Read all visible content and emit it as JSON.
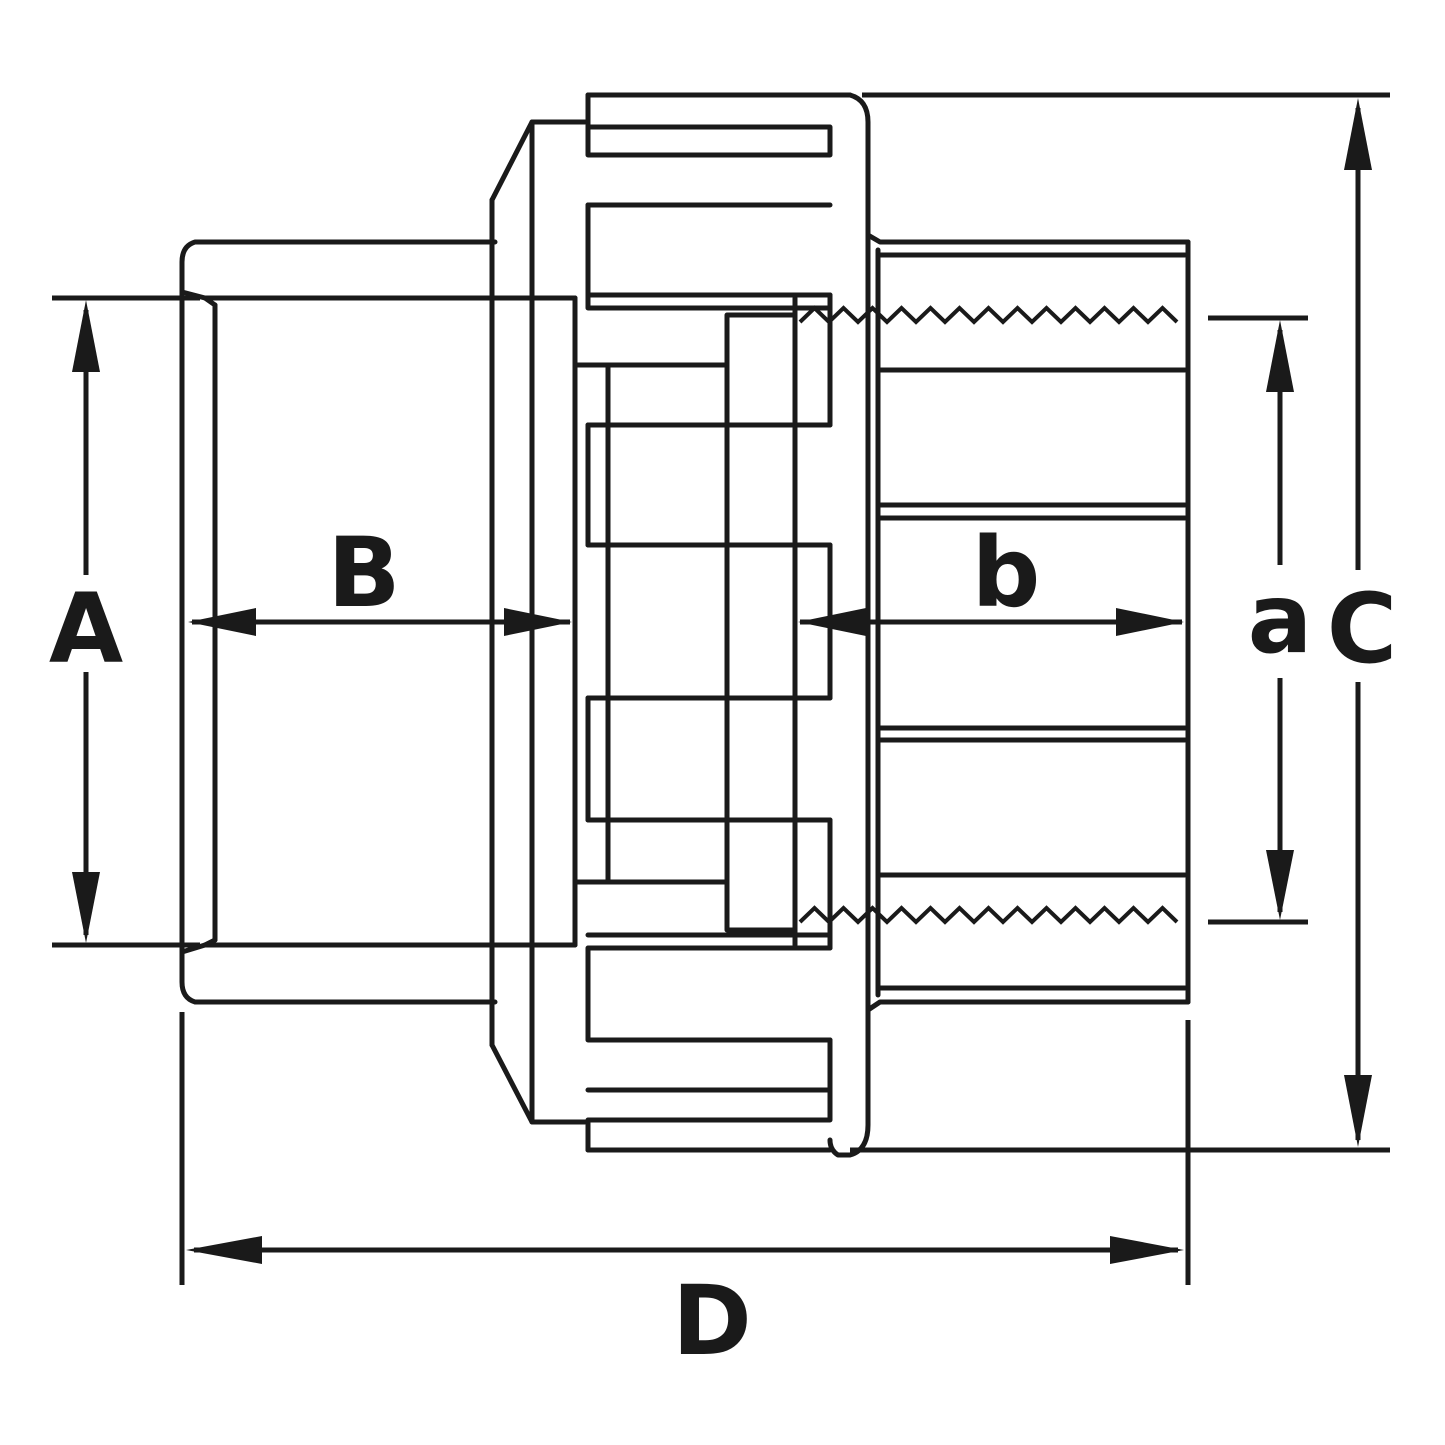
{
  "diagram": {
    "labels": {
      "A": "A",
      "B": "B",
      "b": "b",
      "a": "a",
      "C": "C",
      "D": "D"
    },
    "colors": {
      "stroke": "#1a1a1a",
      "background": "#ffffff"
    }
  }
}
